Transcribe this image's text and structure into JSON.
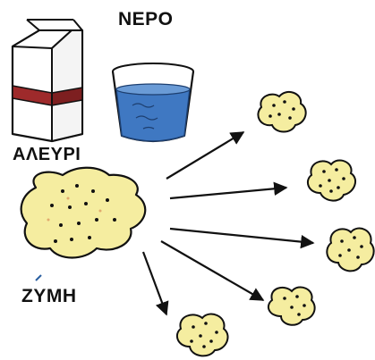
{
  "labels": {
    "water": "ΝΕΡΟ",
    "flour": "ΑΛΕΥΡΙ",
    "yeast": "ΖΥΜΗ"
  },
  "items": {
    "flour_bag": {
      "icon": "flour-bag-icon",
      "color_body": "#ffffff",
      "color_stripe": "#9e2a2b"
    },
    "water_glass": {
      "icon": "water-glass-icon",
      "color_water": "#3f78c2"
    },
    "dough": {
      "icon": "dough-icon",
      "color": "#f5eda0"
    },
    "dough_pieces": [
      {
        "icon": "dough-piece-icon"
      },
      {
        "icon": "dough-piece-icon"
      },
      {
        "icon": "dough-piece-icon"
      },
      {
        "icon": "dough-piece-icon"
      },
      {
        "icon": "dough-piece-icon"
      },
      {
        "icon": "dough-piece-icon"
      }
    ]
  },
  "colors": {
    "ink": "#111111",
    "dough_fill": "#f5eda0",
    "dough_speck": "#d98f5a",
    "water": "#3f78c2",
    "stripe": "#9e2a2b"
  }
}
